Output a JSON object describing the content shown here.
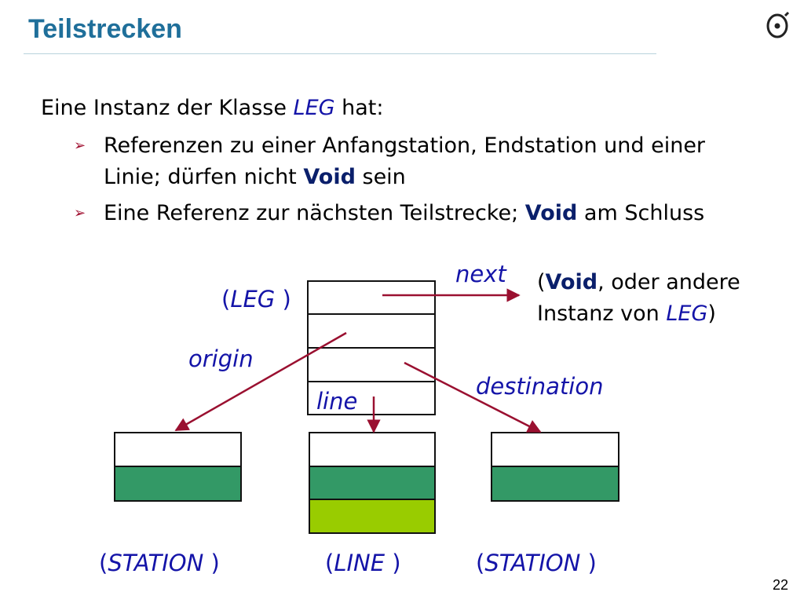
{
  "title": "Teilstrecken",
  "intro": {
    "before": "Eine Instanz der Klasse ",
    "class_name": "LEG",
    "after": " hat:"
  },
  "bullets": [
    {
      "marker": "➢",
      "before": "Referenzen zu einer Anfangstation, Endstation und einer Linie; dürfen nicht ",
      "keyword": "Void",
      "after": " sein"
    },
    {
      "marker": "➢",
      "before": "Eine Referenz zur nächsten Teilstrecke; ",
      "keyword": "Void",
      "after": " am Schluss"
    }
  ],
  "diagram": {
    "leg_label": {
      "open": "(",
      "name": "LEG ",
      "close": ")"
    },
    "next_label": "next",
    "origin_label": "origin",
    "line_label": "line",
    "destination_label": "destination",
    "note": {
      "open": "(",
      "keyword": "Void",
      "middle": ", oder andere Instanz von ",
      "class_name": "LEG",
      "close": ")"
    },
    "station_left_label": {
      "open": "(",
      "name": "STATION ",
      "close": ")"
    },
    "line_box_label": {
      "open": "(",
      "name": "LINE ",
      "close": ")"
    },
    "station_right_label": {
      "open": "(",
      "name": "STATION ",
      "close": ")"
    }
  },
  "colors": {
    "title": "#1f6f9a",
    "arrow": "#9a1030",
    "station_fill": "#339966",
    "line_fill": "#99cc00",
    "label": "#1414a8"
  },
  "page_number": "22"
}
